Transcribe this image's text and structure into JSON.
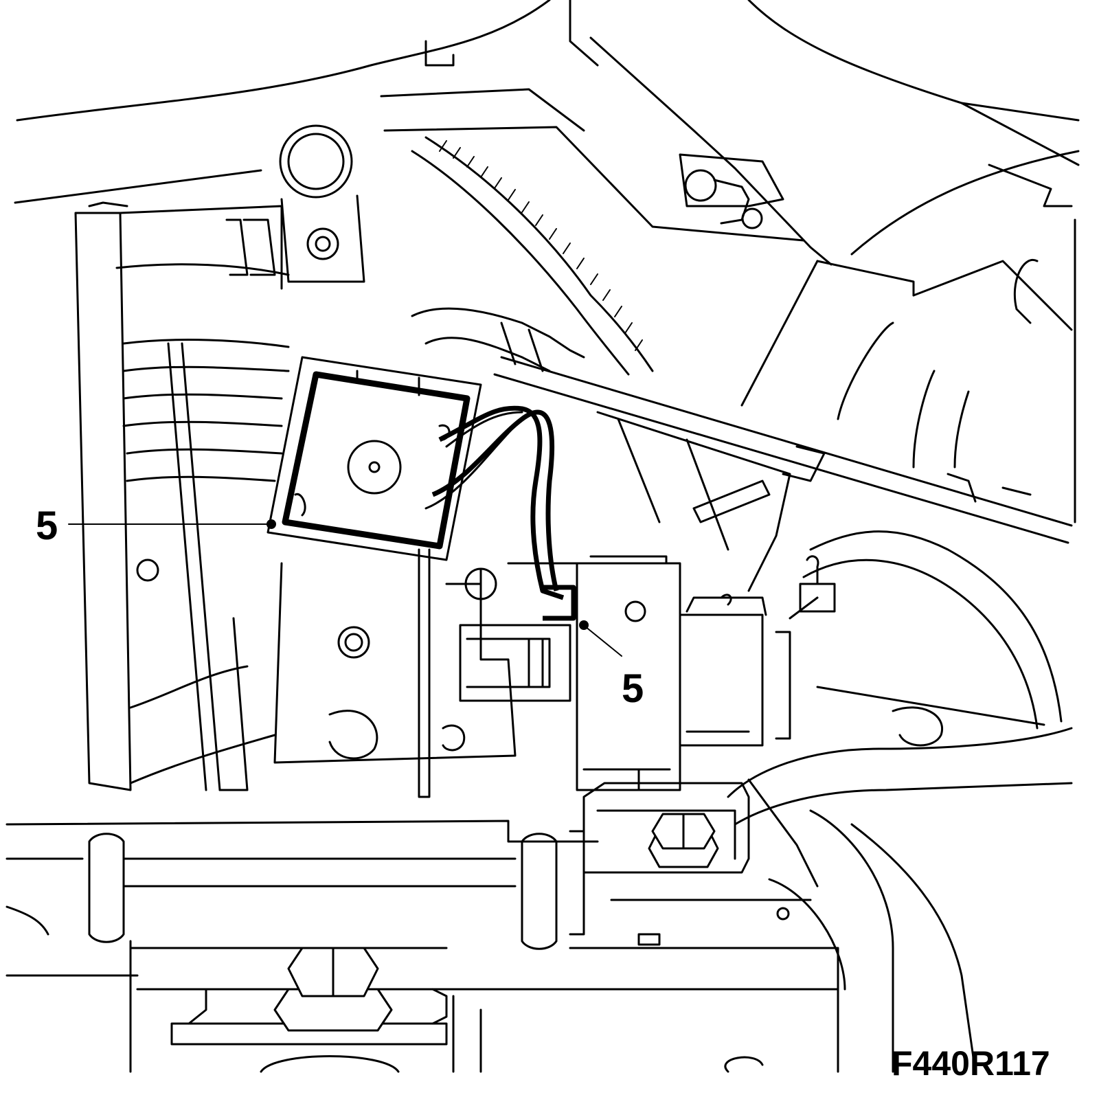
{
  "callouts": [
    {
      "label": "5"
    },
    {
      "label": "5"
    }
  ],
  "figure_id": "F440R117"
}
